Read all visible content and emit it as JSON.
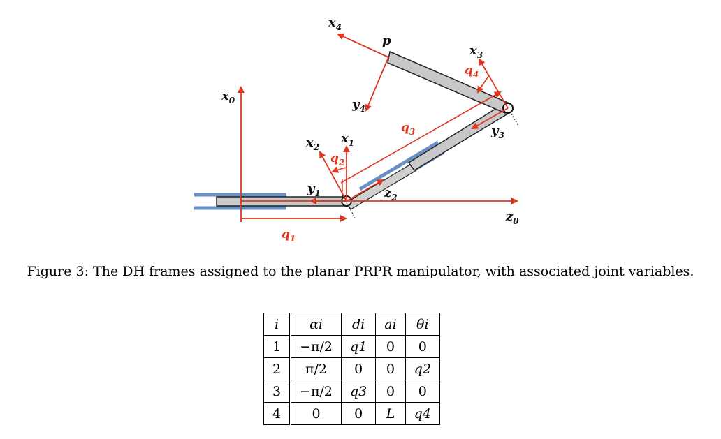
{
  "figure": {
    "labels": {
      "x0": "x",
      "x0_sub": "0",
      "z0": "z",
      "z0_sub": "0",
      "x1": "x",
      "x1_sub": "1",
      "y1": "y",
      "y1_sub": "1",
      "x2": "x",
      "x2_sub": "2",
      "z2": "z",
      "z2_sub": "2",
      "x3": "x",
      "x3_sub": "3",
      "y3": "y",
      "y3_sub": "3",
      "x4": "x",
      "x4_sub": "4",
      "y4": "y",
      "y4_sub": "4",
      "p": "p",
      "q1": "q",
      "q1_sub": "1",
      "q2": "q",
      "q2_sub": "2",
      "q3": "q",
      "q3_sub": "3",
      "q4": "q",
      "q4_sub": "4"
    },
    "colors": {
      "frame": "#e0351f",
      "link": "#c8c8c8",
      "guide": "#6a8fc4",
      "outline": "#222222"
    }
  },
  "caption": "Figure 3: The DH frames assigned to the planar PRPR manipulator, with associated joint variables.",
  "table": {
    "headers": [
      "i",
      "αi",
      "di",
      "ai",
      "θi"
    ],
    "rows": [
      [
        "1",
        "−π/2",
        "q1",
        "0",
        "0"
      ],
      [
        "2",
        "π/2",
        "0",
        "0",
        "q2"
      ],
      [
        "3",
        "−π/2",
        "q3",
        "0",
        "0"
      ],
      [
        "4",
        "0",
        "0",
        "L",
        "q4"
      ]
    ]
  }
}
